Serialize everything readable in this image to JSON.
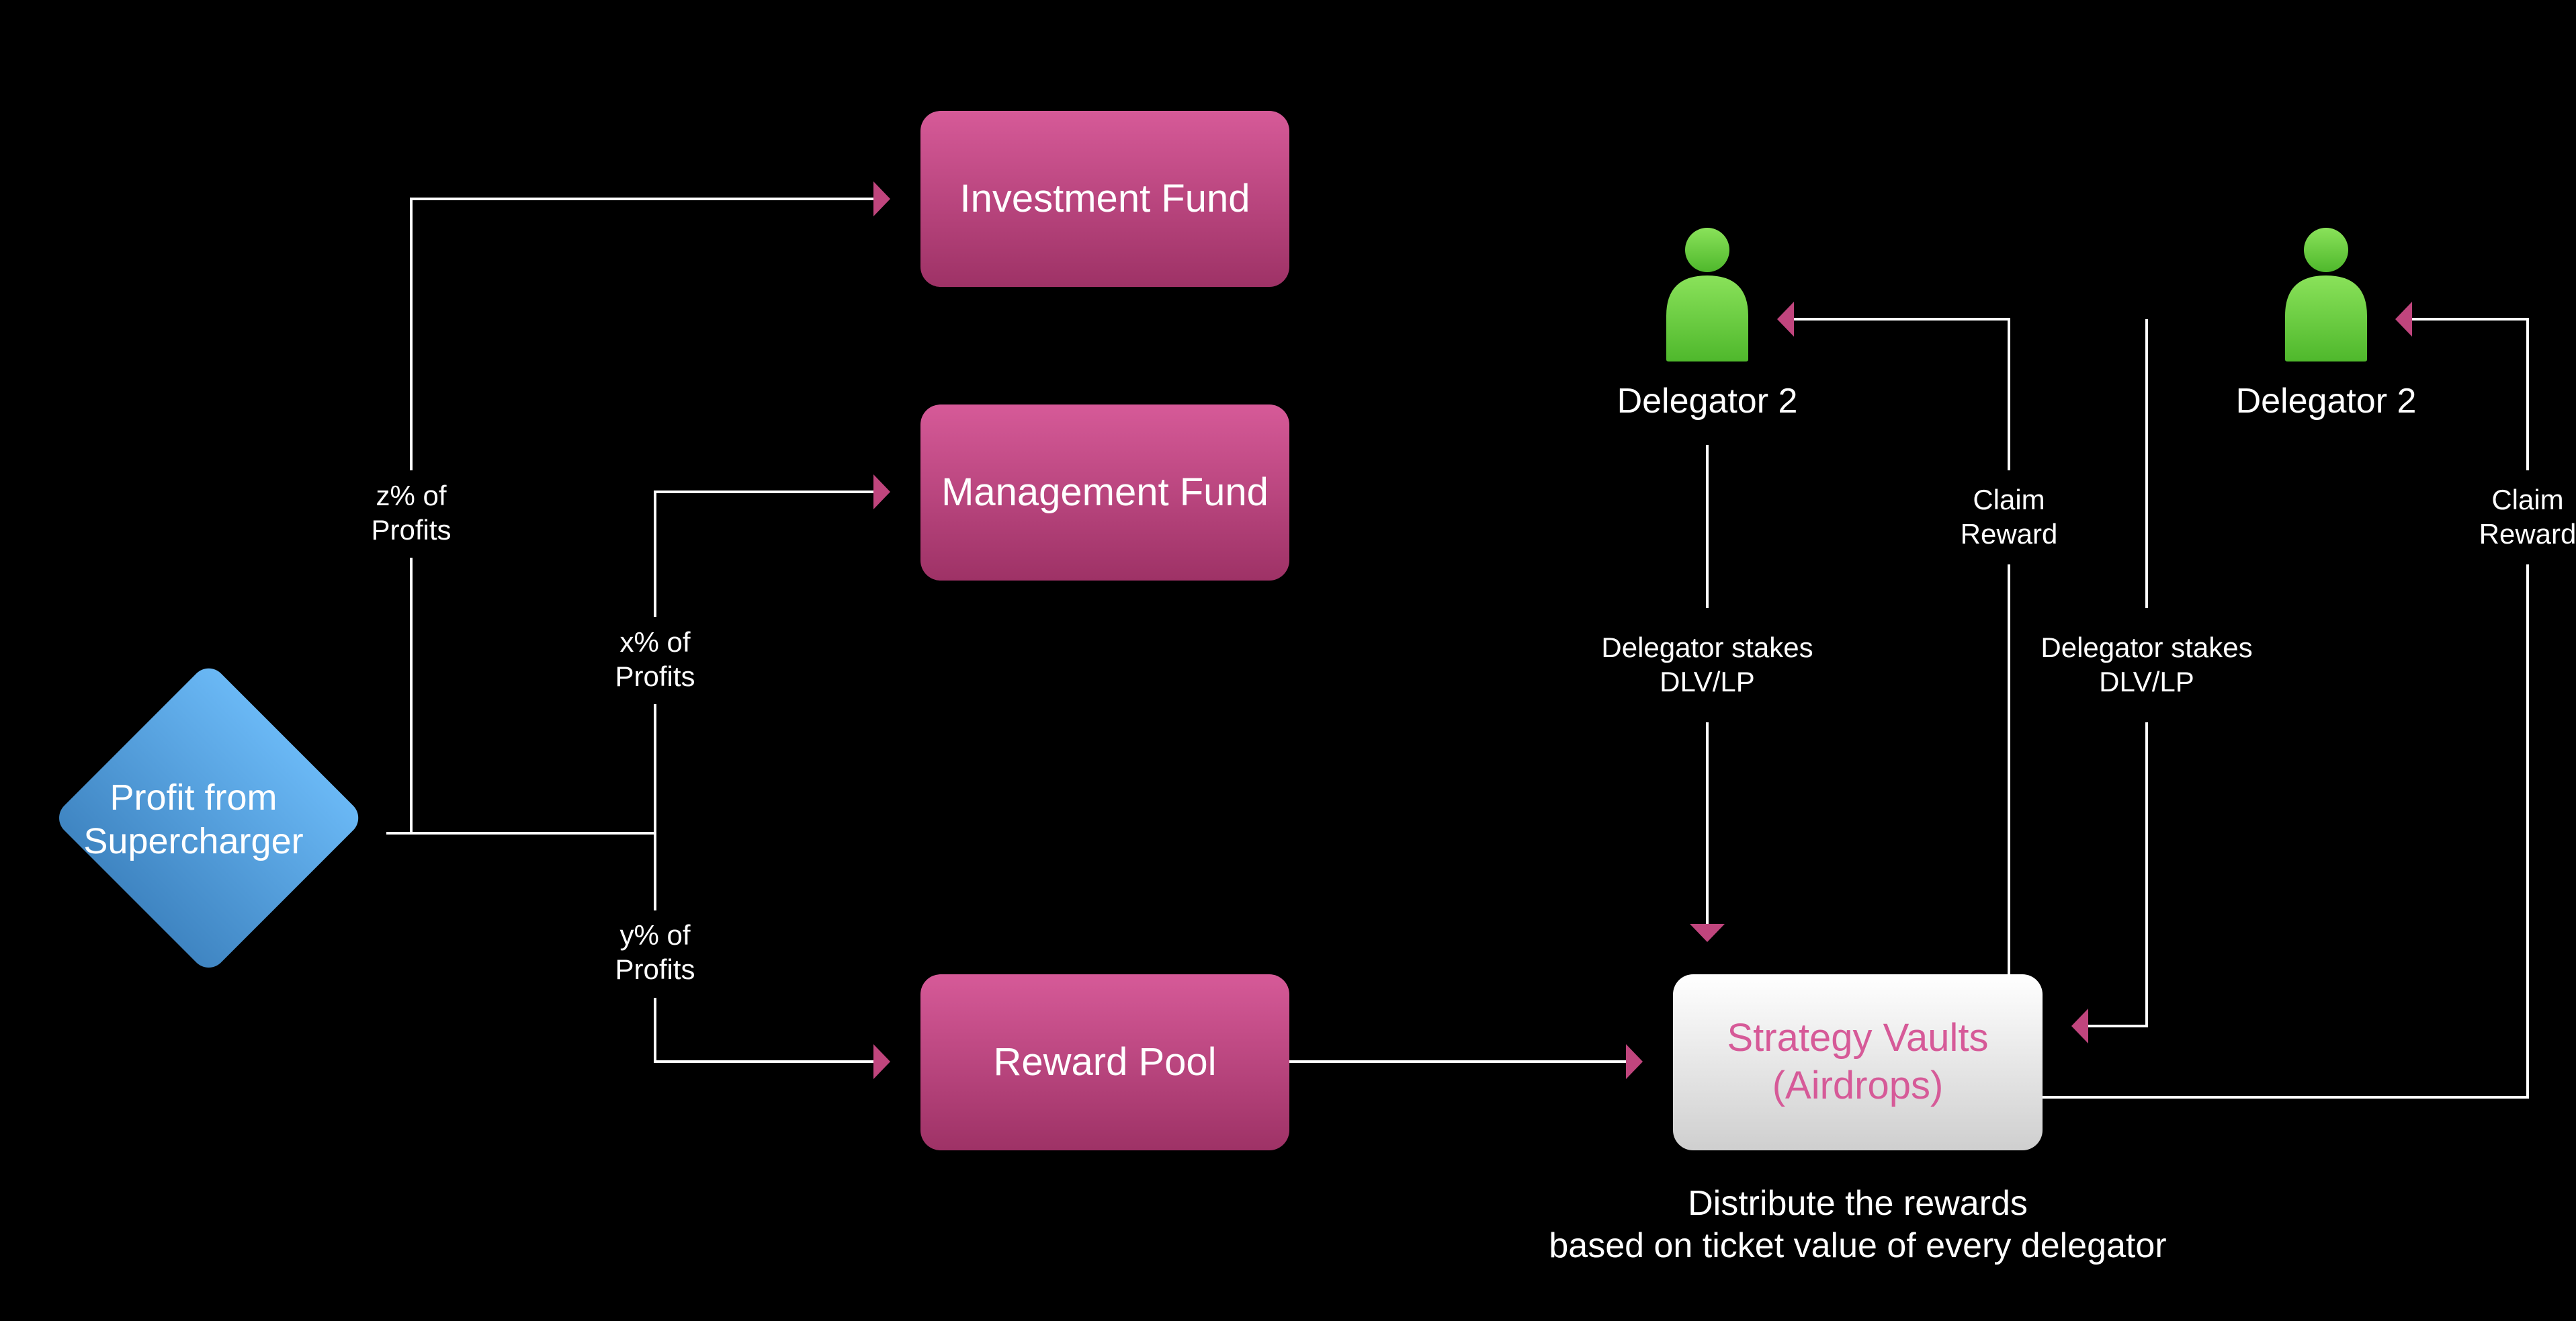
{
  "colors": {
    "background": "#000000",
    "connector": "#ffffff",
    "arrowhead": "#c0457d",
    "fund_box": "#c24883",
    "diamond": "#5aa8e6",
    "vault_box": "#eeeeee",
    "vault_text": "#d65a98",
    "person": "#6ed43e"
  },
  "source": {
    "line1": "Profit from",
    "line2": "Supercharger"
  },
  "funds": {
    "investment": "Investment Fund",
    "management": "Management Fund",
    "reward_pool": "Reward Pool"
  },
  "splits": {
    "z": {
      "line1": "z% of",
      "line2": "Profits"
    },
    "x": {
      "line1": "x% of",
      "line2": "Profits"
    },
    "y": {
      "line1": "y% of",
      "line2": "Profits"
    }
  },
  "vault": {
    "line1": "Strategy Vaults",
    "line2": "(Airdrops)"
  },
  "delegators": [
    {
      "name": "Delegator 2",
      "icon": "person-icon",
      "stake": {
        "line1": "Delegator stakes",
        "line2": "DLV/LP"
      },
      "claim": {
        "line1": "Claim",
        "line2": "Reward"
      }
    },
    {
      "name": "Delegator 2",
      "icon": "person-icon",
      "stake": {
        "line1": "Delegator stakes",
        "line2": "DLV/LP"
      },
      "claim": {
        "line1": "Claim",
        "line2": "Reward"
      }
    }
  ],
  "distribution_note": {
    "line1": "Distribute the rewards",
    "line2": "based on ticket value of every delegator"
  }
}
